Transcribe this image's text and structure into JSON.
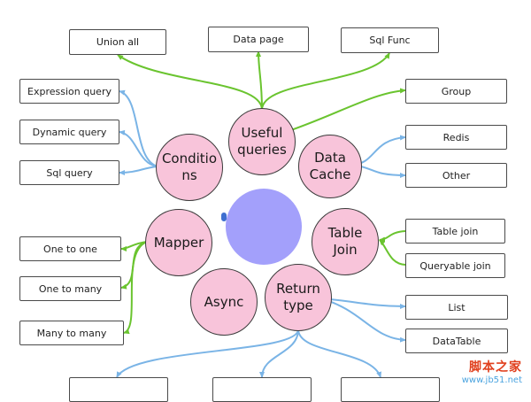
{
  "colors": {
    "accent_green": "#6ac42f",
    "accent_blue": "#7ab4e6",
    "node_fill": "#f8c4da",
    "center_fill": "#a3a0fb"
  },
  "center": {
    "icon": "logo-icon"
  },
  "nodes": {
    "useful_queries": "Useful\nqueries",
    "data_cache": "Data\nCache",
    "conditions": "Conditio\nns",
    "mapper": "Mapper",
    "table_join": "Table\nJoin",
    "async": "Async",
    "return_type": "Return\ntype"
  },
  "leaves": {
    "union_all": "Union all",
    "data_page": "Data page",
    "sql_func": "Sql Func",
    "expression_query": "Expression query",
    "dynamic_query": "Dynamic query",
    "sql_query": "Sql  query",
    "group": "Group",
    "redis": "Redis",
    "other": "Other",
    "one_to_one": "One to one",
    "one_to_many": "One to many",
    "many_to_many": "Many to many",
    "table_join_leaf": "Table join",
    "queryable_join": "Queryable join",
    "list": "List",
    "datatable": "DataTable"
  },
  "watermark": {
    "cn": "脚本之家",
    "url": "www.jb51.net"
  }
}
